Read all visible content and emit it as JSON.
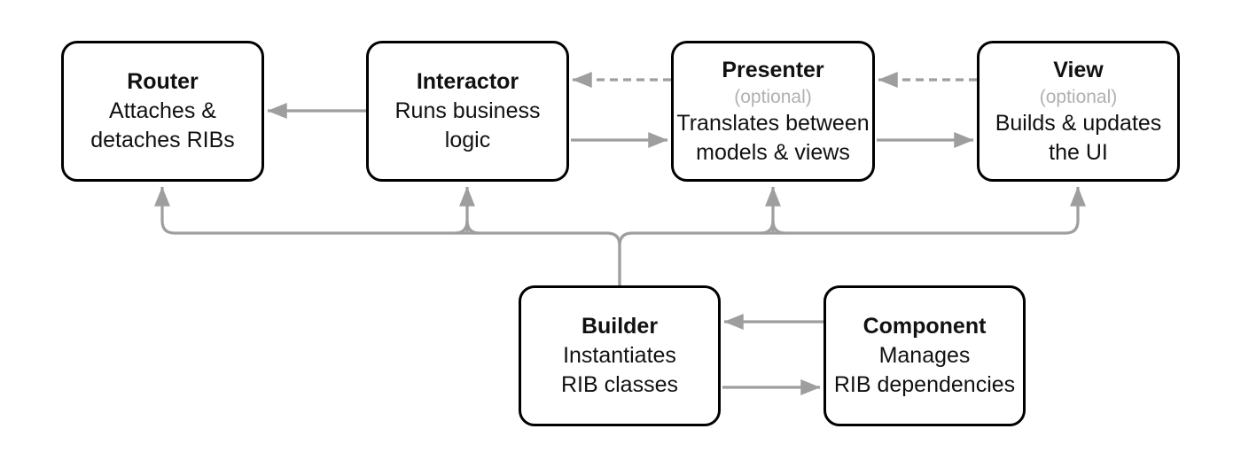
{
  "diagram": {
    "name": "RIB architecture diagram",
    "colors": {
      "background": "#ffffff",
      "box_border": "#000000",
      "text": "#111111",
      "arrow": "#9e9e9e",
      "optional_text": "#b0b0b0"
    },
    "nodes": {
      "router": {
        "title": "Router",
        "line1": "Attaches &",
        "line2": "detaches RIBs"
      },
      "interactor": {
        "title": "Interactor",
        "line1": "Runs business",
        "line2": "logic"
      },
      "presenter": {
        "title": "Presenter",
        "optional": "(optional)",
        "line1": "Translates between",
        "line2": "models & views"
      },
      "view": {
        "title": "View",
        "optional": "(optional)",
        "line1": "Builds & updates",
        "line2": "the UI"
      },
      "builder": {
        "title": "Builder",
        "line1": "Instantiates",
        "line2": "RIB classes"
      },
      "component": {
        "title": "Component",
        "line1": "Manages",
        "line2": "RIB dependencies"
      }
    },
    "edges": [
      {
        "from": "Interactor",
        "to": "Router",
        "style": "solid"
      },
      {
        "from": "Presenter",
        "to": "Interactor",
        "style": "dashed"
      },
      {
        "from": "Interactor",
        "to": "Presenter",
        "style": "solid"
      },
      {
        "from": "View",
        "to": "Presenter",
        "style": "dashed"
      },
      {
        "from": "Presenter",
        "to": "View",
        "style": "solid"
      },
      {
        "from": "Builder",
        "to": "Router",
        "style": "solid"
      },
      {
        "from": "Builder",
        "to": "Interactor",
        "style": "solid"
      },
      {
        "from": "Builder",
        "to": "Presenter",
        "style": "solid"
      },
      {
        "from": "Builder",
        "to": "View",
        "style": "solid"
      },
      {
        "from": "Component",
        "to": "Builder",
        "style": "solid"
      },
      {
        "from": "Builder",
        "to": "Component",
        "style": "solid"
      }
    ]
  }
}
